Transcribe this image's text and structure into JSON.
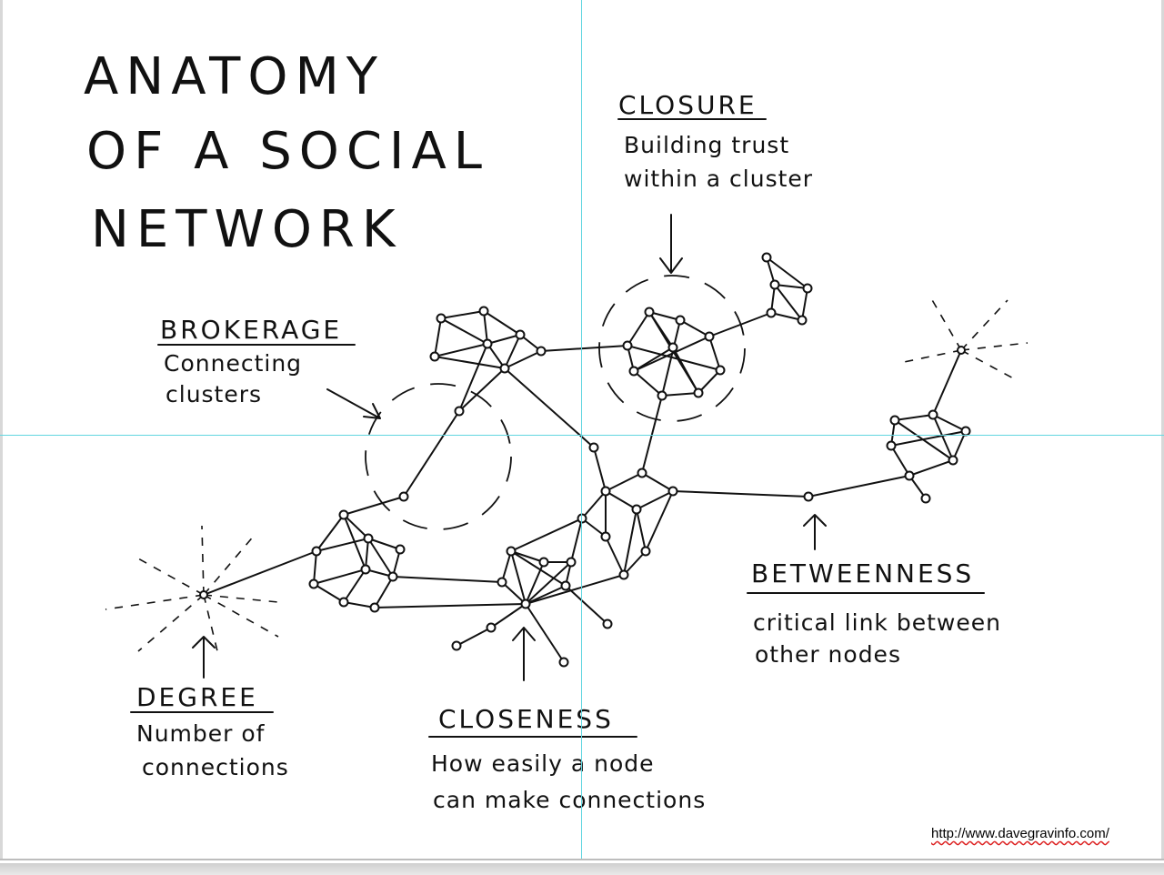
{
  "title": {
    "line1": "ANATOMY",
    "line2": "OF A SOCIAL",
    "line3": "NETWORK"
  },
  "concepts": {
    "closure": {
      "heading": "CLOSURE",
      "desc_line1": "Building trust",
      "desc_line2": "within a cluster"
    },
    "brokerage": {
      "heading": "BROKERAGE",
      "desc_line1": "Connecting",
      "desc_line2": "clusters"
    },
    "degree": {
      "heading": "DEGREE",
      "desc_line1": "Number of",
      "desc_line2": "connections"
    },
    "closeness": {
      "heading": "CLOSENESS",
      "desc_line1": "How easily a node",
      "desc_line2": "can make connections"
    },
    "betweenness": {
      "heading": "BETWEENNESS",
      "desc_line1": "critical link between",
      "desc_line2": "other nodes"
    }
  },
  "url": "http://www.davegravinfo.com/"
}
